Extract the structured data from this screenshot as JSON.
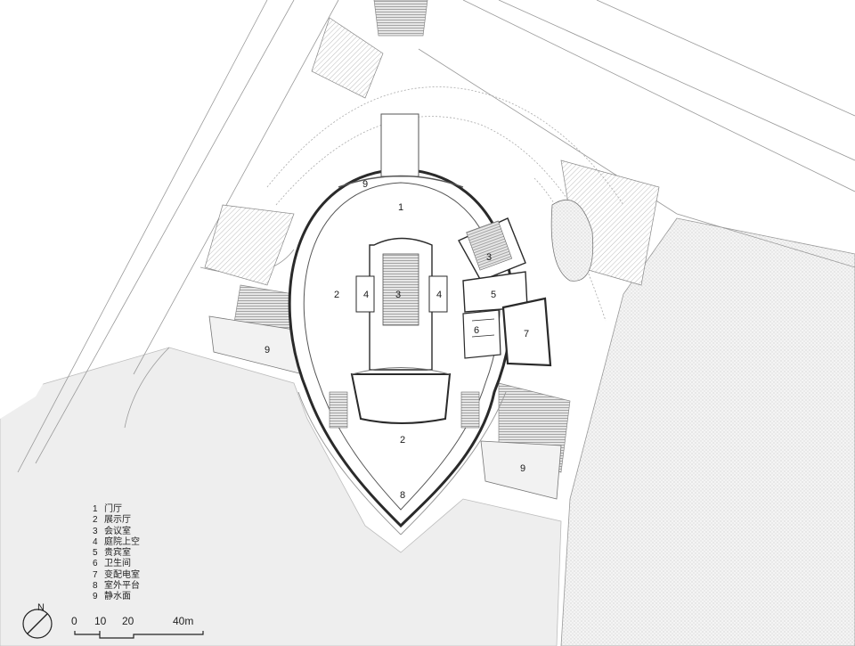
{
  "colors": {
    "line": "#2a2a2a",
    "thin": "#9a9a9a",
    "hatch": "#c8c8c8",
    "ground": "#eeeeee",
    "water": "#d9d9d9"
  },
  "room_labels": [
    {
      "id": "lobby",
      "text": "1"
    },
    {
      "id": "exhibit-west",
      "text": "2"
    },
    {
      "id": "conference-main",
      "text": "3"
    },
    {
      "id": "courtyard-void-left",
      "text": "4"
    },
    {
      "id": "courtyard-void-right",
      "text": "4"
    },
    {
      "id": "conference-east",
      "text": "3"
    },
    {
      "id": "vip-room",
      "text": "5"
    },
    {
      "id": "restroom",
      "text": "6"
    },
    {
      "id": "substation",
      "text": "7"
    },
    {
      "id": "exhibit-south",
      "text": "2"
    },
    {
      "id": "outdoor-terrace",
      "text": "8"
    },
    {
      "id": "pool-north",
      "text": "9"
    },
    {
      "id": "pool-west",
      "text": "9"
    },
    {
      "id": "pool-east",
      "text": "9"
    }
  ],
  "legend": [
    {
      "num": "1",
      "name": "门厅"
    },
    {
      "num": "2",
      "name": "展示厅"
    },
    {
      "num": "3",
      "name": "会议室"
    },
    {
      "num": "4",
      "name": "庭院上空"
    },
    {
      "num": "5",
      "name": "贵宾室"
    },
    {
      "num": "6",
      "name": "卫生间"
    },
    {
      "num": "7",
      "name": "变配电室"
    },
    {
      "num": "8",
      "name": "室外平台"
    },
    {
      "num": "9",
      "name": "静水面"
    }
  ],
  "north": {
    "letter": "N",
    "icon": "north-arrow-icon"
  },
  "scale": {
    "ticks": [
      "0",
      "10",
      "20",
      "40m"
    ]
  }
}
